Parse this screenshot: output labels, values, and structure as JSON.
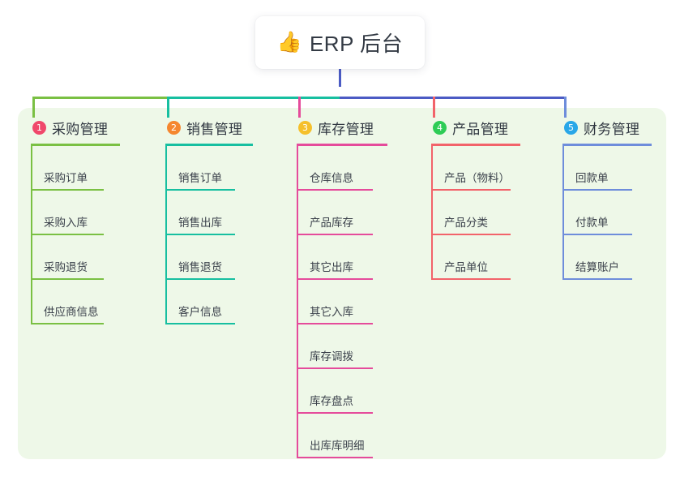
{
  "root": {
    "icon": "thumbs-up-icon",
    "icon_glyph": "👍",
    "title": "ERP 后台"
  },
  "panel": {
    "background_color": "#eef8e8"
  },
  "connectors": {
    "root_stem_color": "#4b5bc4",
    "bus_segments": [
      {
        "color": "#7ac043"
      },
      {
        "color": "#17bfa0"
      },
      {
        "color": "#4b5bc4"
      }
    ]
  },
  "columns": [
    {
      "number": "1",
      "badge_color": "#f0486b",
      "line_color": "#7ac043",
      "title": "采购管理",
      "items": [
        {
          "label": "采购订单"
        },
        {
          "label": "采购入库"
        },
        {
          "label": "采购退货"
        },
        {
          "label": "供应商信息"
        }
      ]
    },
    {
      "number": "2",
      "badge_color": "#f5872f",
      "line_color": "#17bfa0",
      "title": "销售管理",
      "items": [
        {
          "label": "销售订单"
        },
        {
          "label": "销售出库"
        },
        {
          "label": "销售退货"
        },
        {
          "label": "客户信息"
        }
      ]
    },
    {
      "number": "3",
      "badge_color": "#f5c02c",
      "line_color": "#e54b9b",
      "title": "库存管理",
      "items": [
        {
          "label": "仓库信息"
        },
        {
          "label": "产品库存"
        },
        {
          "label": "其它出库"
        },
        {
          "label": "其它入库"
        },
        {
          "label": "库存调拨"
        },
        {
          "label": "库存盘点"
        },
        {
          "label": "出库库明细"
        }
      ]
    },
    {
      "number": "4",
      "badge_color": "#2ecc56",
      "line_color": "#f2636a",
      "title": "产品管理",
      "items": [
        {
          "label": "产品（物料）"
        },
        {
          "label": "产品分类"
        },
        {
          "label": "产品单位"
        }
      ]
    },
    {
      "number": "5",
      "badge_color": "#29a7e8",
      "line_color": "#6e8ddb",
      "title": "财务管理",
      "items": [
        {
          "label": "回款单"
        },
        {
          "label": "付款单"
        },
        {
          "label": "结算账户"
        }
      ]
    }
  ]
}
